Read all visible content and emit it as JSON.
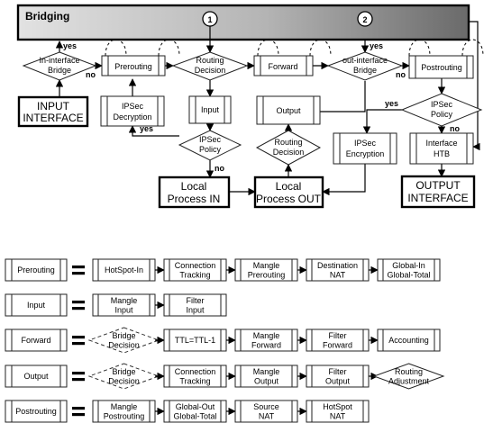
{
  "bridging": {
    "title": "Bridging"
  },
  "markers": [
    "1",
    "2"
  ],
  "decisions": {
    "in_bridge": [
      "In-interface",
      "Bridge"
    ],
    "routing": [
      "Routing",
      "Decision"
    ],
    "out_bridge": [
      "out-interface",
      "Bridge"
    ],
    "ipsec_in": [
      "IPSec",
      "Policy"
    ],
    "routing2": [
      "Routing",
      "Decision"
    ],
    "ipsec_out": [
      "IPSec",
      "Policy"
    ]
  },
  "chains": {
    "prerouting": "Prerouting",
    "forward": "Forward",
    "postrouting": "Postrouting",
    "input": "Input",
    "output": "Output"
  },
  "boxes": {
    "ipsec_decryption": [
      "IPSec",
      "Decryption"
    ],
    "ipsec_encryption": [
      "IPSec",
      "Encryption"
    ],
    "interface_htb": [
      "Interface",
      "HTB"
    ]
  },
  "endpoints": {
    "input_interface": [
      "INPUT",
      "INTERFACE"
    ],
    "local_in": [
      "Local",
      "Process IN"
    ],
    "local_out": [
      "Local",
      "Process OUT"
    ],
    "output_interface": [
      "OUTPUT",
      "INTERFACE"
    ]
  },
  "branch_labels": {
    "yes": "yes",
    "no": "no"
  },
  "legend": [
    {
      "chain": "Prerouting",
      "steps": [
        {
          "kind": "box",
          "lines": [
            "HotSpot-In"
          ]
        },
        {
          "kind": "box",
          "lines": [
            "Connection",
            "Tracking"
          ]
        },
        {
          "kind": "box",
          "lines": [
            "Mangle",
            "Prerouting"
          ]
        },
        {
          "kind": "box",
          "lines": [
            "Destination",
            "NAT"
          ]
        },
        {
          "kind": "box",
          "lines": [
            "Global-In",
            "Global-Total"
          ]
        }
      ]
    },
    {
      "chain": "Input",
      "steps": [
        {
          "kind": "box",
          "lines": [
            "Mangle",
            "Input"
          ]
        },
        {
          "kind": "box",
          "lines": [
            "Filter",
            "Input"
          ]
        }
      ]
    },
    {
      "chain": "Forward",
      "steps": [
        {
          "kind": "dashed-diamond",
          "lines": [
            "Bridge",
            "Decision"
          ]
        },
        {
          "kind": "box",
          "lines": [
            "TTL=TTL-1"
          ]
        },
        {
          "kind": "box",
          "lines": [
            "Mangle",
            "Forward"
          ]
        },
        {
          "kind": "box",
          "lines": [
            "Filter",
            "Forward"
          ]
        },
        {
          "kind": "box",
          "lines": [
            "Accounting"
          ]
        }
      ]
    },
    {
      "chain": "Output",
      "steps": [
        {
          "kind": "dashed-diamond",
          "lines": [
            "Bridge",
            "Decision"
          ]
        },
        {
          "kind": "box",
          "lines": [
            "Connection",
            "Tracking"
          ]
        },
        {
          "kind": "box",
          "lines": [
            "Mangle",
            "Output"
          ]
        },
        {
          "kind": "box",
          "lines": [
            "Filter",
            "Output"
          ]
        },
        {
          "kind": "diamond",
          "lines": [
            "Routing",
            "Adjustment"
          ]
        }
      ]
    },
    {
      "chain": "Postrouting",
      "steps": [
        {
          "kind": "box",
          "lines": [
            "Mangle",
            "Postrouting"
          ]
        },
        {
          "kind": "box",
          "lines": [
            "Global-Out",
            "Global-Total"
          ]
        },
        {
          "kind": "box",
          "lines": [
            "Source",
            "NAT"
          ]
        },
        {
          "kind": "box",
          "lines": [
            "HotSpot",
            "NAT"
          ]
        }
      ]
    }
  ]
}
